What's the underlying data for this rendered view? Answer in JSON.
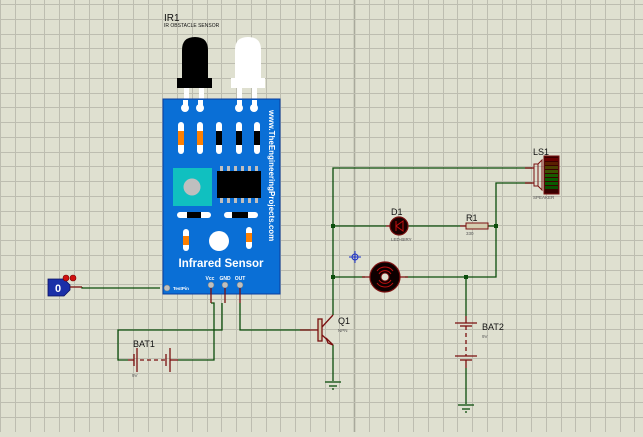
{
  "colors": {
    "background": "#dfe0d0",
    "grid": "#bdbdb0",
    "grid_major": "#a9a99c",
    "wire": "#0b4d0b",
    "component": "#7a0f0f",
    "module_blue": "#0a6fd6",
    "probe_blue": "#1a2fa8"
  },
  "ir_sensor": {
    "ref": "IR1",
    "name": "IR OBSTACLE SENSOR",
    "board_title": "Infrared Sensor",
    "website": "www.TheEngineeringProjects.com",
    "pins": {
      "test": "TestPin",
      "vcc": "Vcc",
      "gnd": "GND",
      "out": "OUT"
    }
  },
  "logic_probe": {
    "value": "0"
  },
  "battery1": {
    "ref": "BAT1",
    "value": "9V"
  },
  "battery2": {
    "ref": "BAT2",
    "value": "9V"
  },
  "transistor": {
    "ref": "Q1",
    "type": "NPN"
  },
  "led": {
    "ref": "D1",
    "type": "LED-BIRY"
  },
  "resistor": {
    "ref": "R1",
    "value": "330"
  },
  "speaker": {
    "ref": "LS1",
    "type": "SPEAKER"
  }
}
